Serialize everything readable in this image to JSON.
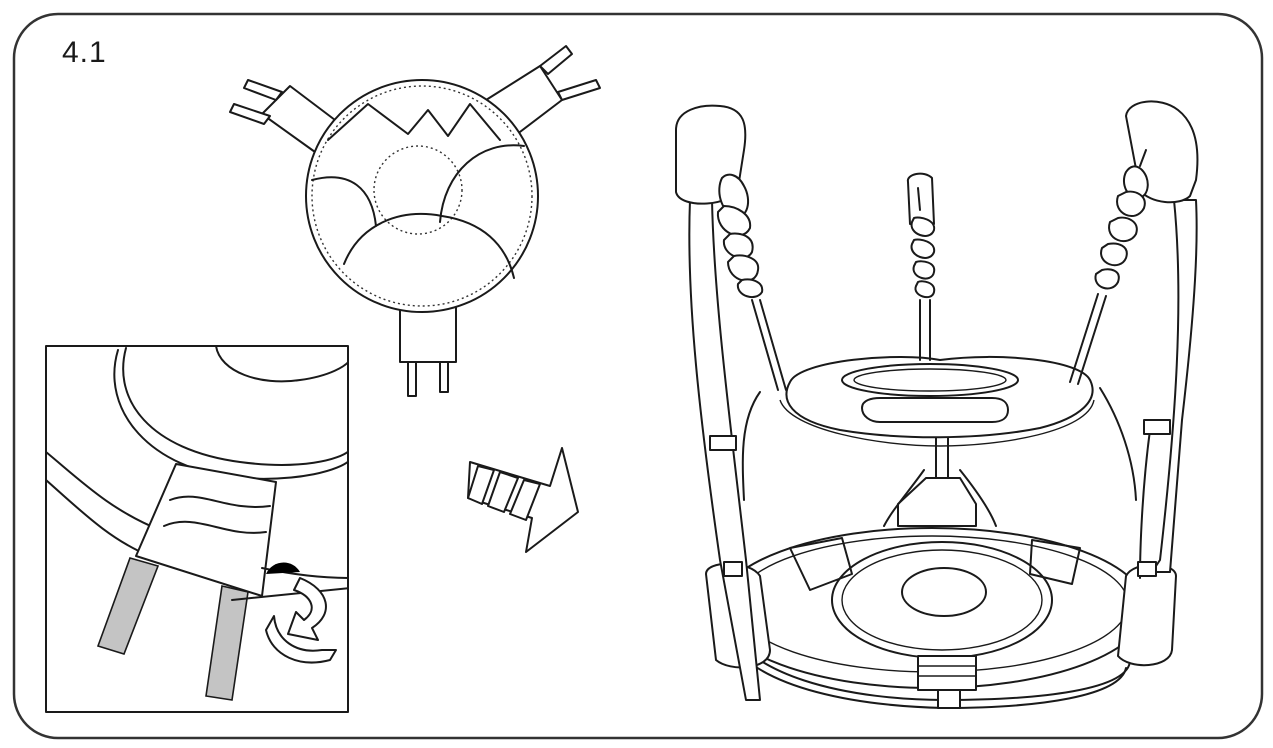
{
  "step": {
    "label": "4.1"
  },
  "colors": {
    "line": "#1a1a1a",
    "strap_fill": "#c4c4c4",
    "knob_fill": "#000000",
    "background": "#ffffff"
  },
  "illustrations": [
    {
      "name": "seat-top-view",
      "icon": "seat-with-three-straps"
    },
    {
      "name": "detail-inset",
      "icon": "strap-hook-detail"
    },
    {
      "name": "direction-arrow",
      "icon": "striped-arrow-right-down"
    },
    {
      "name": "jumper-assembled",
      "icon": "baby-jumper-frame"
    }
  ]
}
